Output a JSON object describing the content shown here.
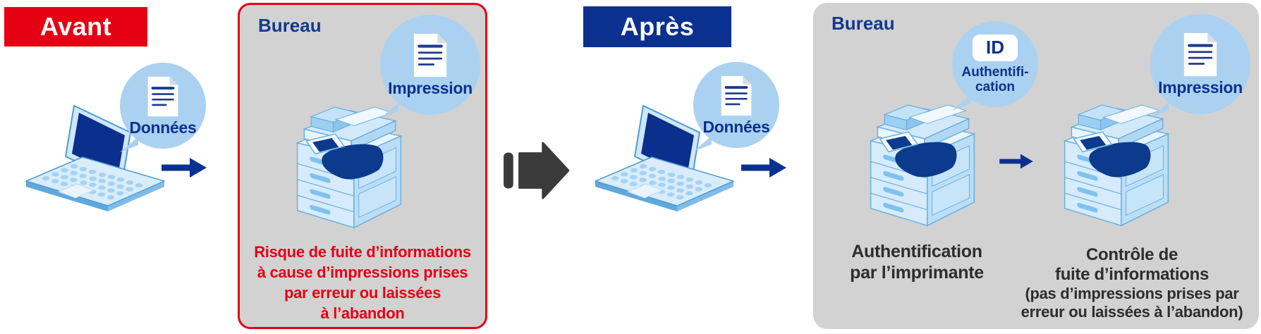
{
  "before": {
    "banner_label": "Avant",
    "data_bubble_label": "Données",
    "office": {
      "label": "Bureau",
      "print_bubble_label": "Impression",
      "risk_lines": [
        "Risque de fuite d’informations",
        "à cause d’impressions prises",
        "par erreur ou laissées",
        "à l’abandon"
      ]
    }
  },
  "after": {
    "banner_label": "Après",
    "data_bubble_label": "Données",
    "office": {
      "label": "Bureau",
      "id_badge_label": "ID",
      "auth_bubble_lines": [
        "Authentifi-",
        "cation"
      ],
      "auth_caption_lines": [
        "Authentification",
        "par l’imprimante"
      ],
      "print_bubble_label": "Impression",
      "control_caption_lines": [
        "Contrôle de",
        "fuite d’informations",
        "(pas d’impressions prises par",
        "erreur ou laissées à l’abandon)"
      ]
    }
  },
  "colors": {
    "accent_red": "#e60013",
    "accent_navy": "#0b3190",
    "bubble_blue": "#abd1f0",
    "office_gray": "#d2d2d2",
    "arrow_dark": "#3b3b3b",
    "caption_dark": "#2d2d2d"
  },
  "icons": {
    "document_icon": "white page with folded corner and navy text lines",
    "id_badge_icon": "white rounded badge with ID text",
    "flow_arrow_icon": "navy right-pointing arrow",
    "transition_arrow_icon": "dark gray right arrow with leading bar"
  }
}
